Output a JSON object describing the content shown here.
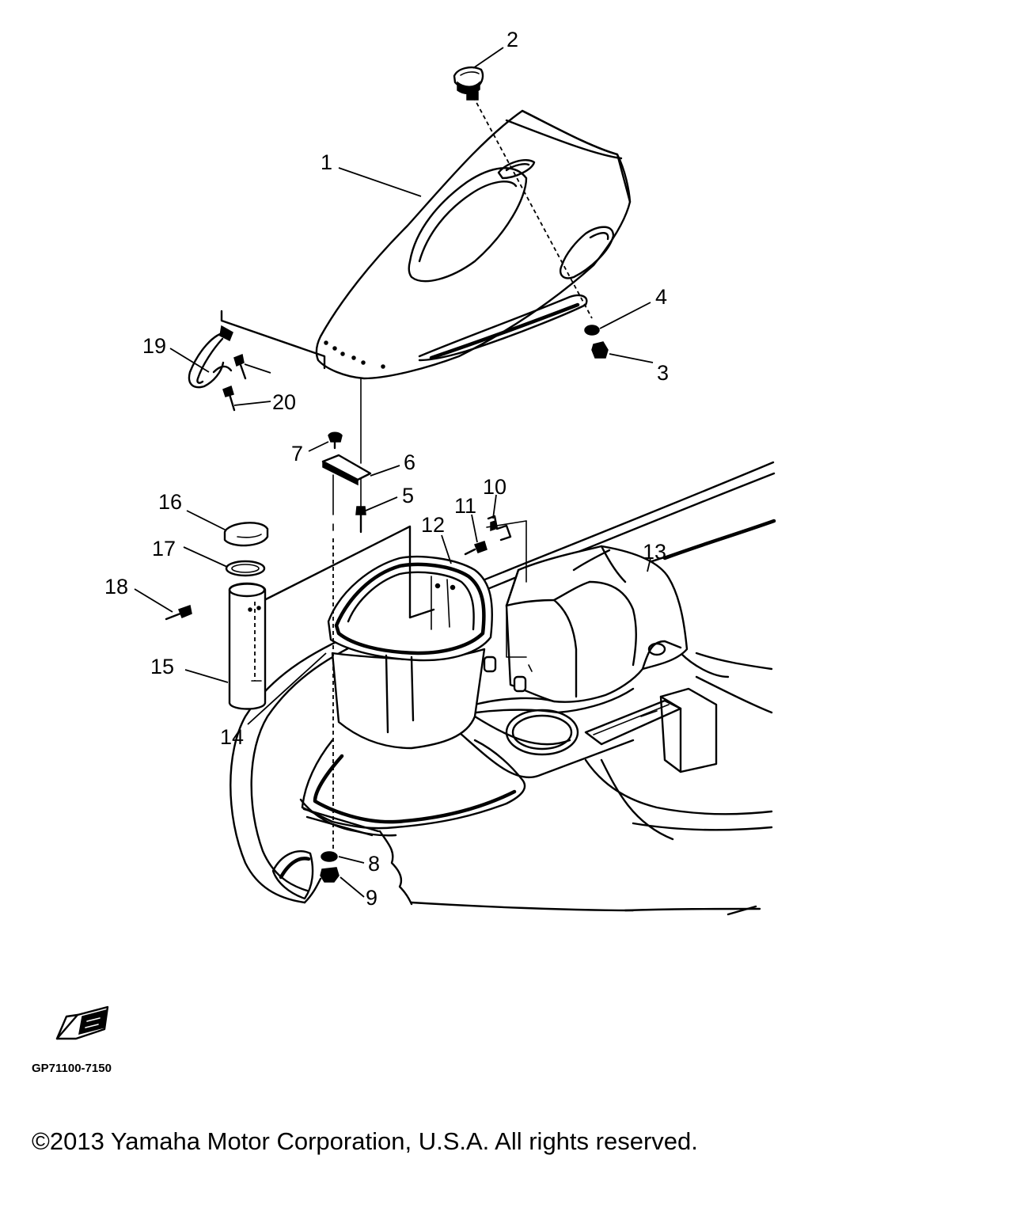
{
  "diagram": {
    "callouts": [
      {
        "id": "1",
        "label": "1"
      },
      {
        "id": "2",
        "label": "2"
      },
      {
        "id": "3",
        "label": "3"
      },
      {
        "id": "4",
        "label": "4"
      },
      {
        "id": "5",
        "label": "5"
      },
      {
        "id": "6",
        "label": "6"
      },
      {
        "id": "7",
        "label": "7"
      },
      {
        "id": "8",
        "label": "8"
      },
      {
        "id": "9",
        "label": "9"
      },
      {
        "id": "10",
        "label": "10"
      },
      {
        "id": "11",
        "label": "11"
      },
      {
        "id": "12",
        "label": "12"
      },
      {
        "id": "13",
        "label": "13"
      },
      {
        "id": "14",
        "label": "14"
      },
      {
        "id": "15",
        "label": "15"
      },
      {
        "id": "16",
        "label": "16"
      },
      {
        "id": "17",
        "label": "17"
      },
      {
        "id": "18",
        "label": "18"
      },
      {
        "id": "19",
        "label": "19"
      },
      {
        "id": "20",
        "label": "20"
      }
    ],
    "front_icon_code": "GP71100-7150"
  },
  "footer": {
    "copyright": "©2013 Yamaha Motor Corporation, U.S.A. All rights reserved."
  }
}
